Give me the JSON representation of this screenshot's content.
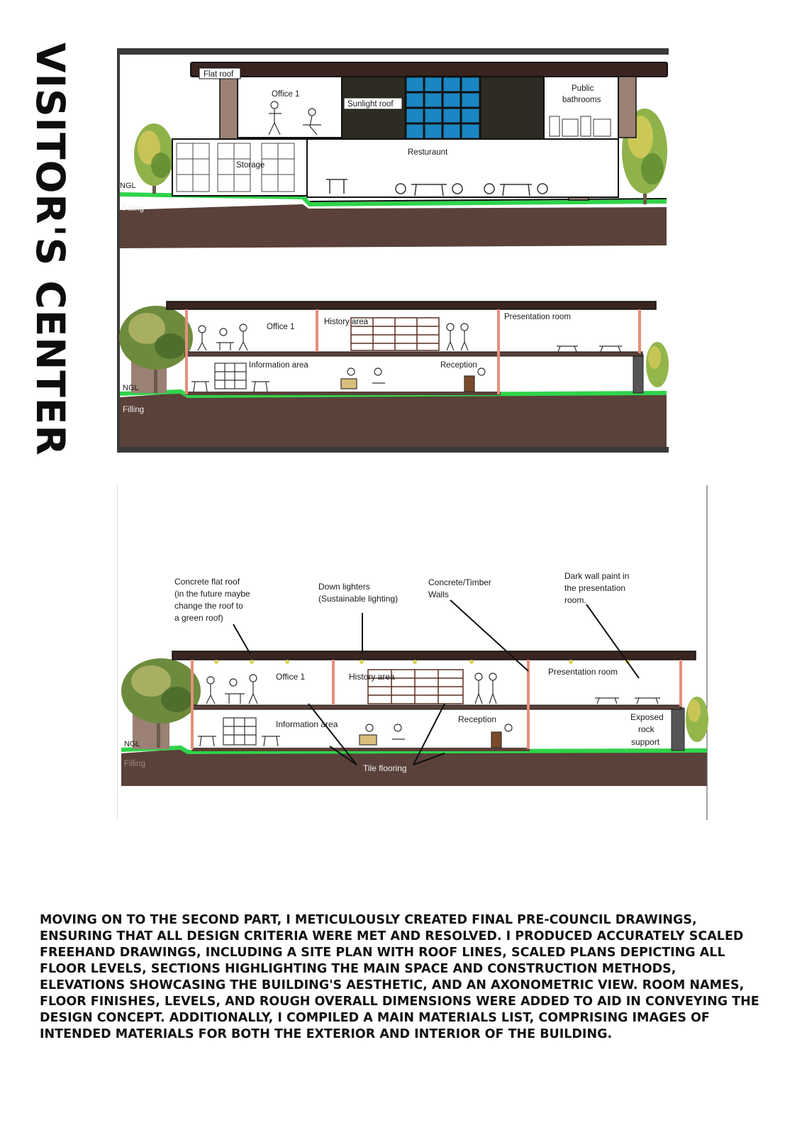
{
  "title": "VISITOR'S CENTER",
  "section_top": {
    "labels": {
      "flat_roof": "Flat roof",
      "office": "Office 1",
      "sunlight_roof": "Sunlight roof",
      "public_bathrooms_1": "Public",
      "public_bathrooms_2": "bathrooms",
      "storage": "Storage",
      "restaurant": "Resturaunt",
      "ngl": "NGL",
      "filling": "Filling"
    }
  },
  "section_middle": {
    "labels": {
      "office": "Office 1",
      "history": "History area",
      "presentation": "Presentation room",
      "information": "Information area",
      "reception": "Reception",
      "ngl": "NGL",
      "filling": "Filling"
    }
  },
  "section_annotated": {
    "labels": {
      "office": "Office 1",
      "history": "History area",
      "presentation": "Presentation room",
      "information": "Information area",
      "reception": "Reception",
      "ngl": "NGL",
      "filling": "Filling",
      "tile": "Tile flooring",
      "exposed_1": "Exposed",
      "exposed_2": "rock",
      "exposed_3": "support"
    },
    "callouts": {
      "roof": [
        "Concrete flat roof",
        "(in the future maybe",
        "change the roof to",
        "a green roof)"
      ],
      "lighters": [
        "Down lighters",
        "(Sustainable lighting)"
      ],
      "walls": [
        "Concrete/Timber",
        "Walls"
      ],
      "paint": [
        "Dark wall paint in",
        "the presentation",
        "room."
      ]
    }
  },
  "description": "Moving on to the second part, I meticulously created final pre-council drawings, ensuring that all design criteria were met and resolved. I produced accurately scaled freehand drawings, including a site plan with roof lines, scaled plans depicting all floor levels, sections highlighting the main space and construction methods, elevations showcasing the building's aesthetic, and an axonometric view. Room names, floor finishes, levels, and rough overall dimensions were added to aid in conveying the design concept. Additionally, I compiled a main materials list, comprising images of intended materials for both the exterior and interior of the building.",
  "colors": {
    "soil": "#5a4139",
    "grass": "#2fd44a",
    "roof": "#3a2420",
    "column": "#9a8174",
    "glass": "#1a87c2",
    "dark_panel": "#2f2b22",
    "timber_post": "#e58f7a",
    "tree": "#7a9a3a"
  }
}
